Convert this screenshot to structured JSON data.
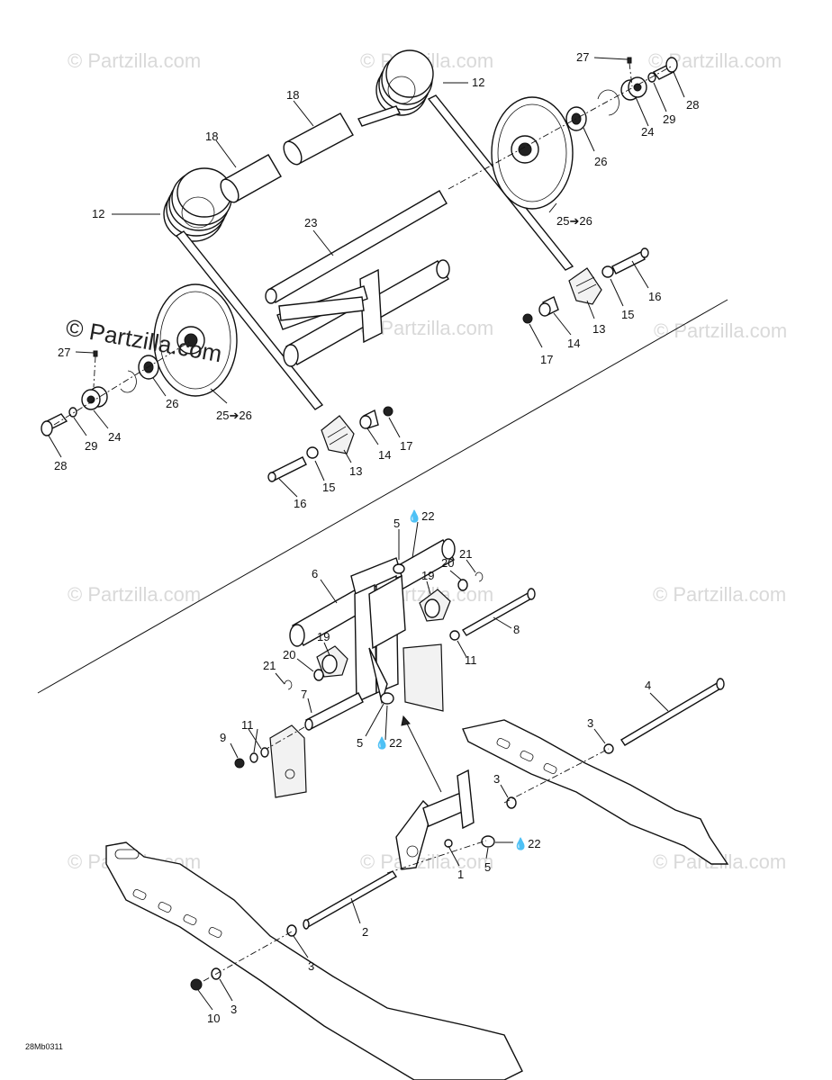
{
  "watermarks": [
    "© Partzilla.com",
    "© Partzilla.com",
    "© Partzilla.com",
    "© Partzilla.com",
    "© Partzilla.com",
    "© Partzilla.com",
    "© Partzilla.com",
    "© Partzilla.com",
    "© Partzilla.com",
    "© Partzilla.com",
    "© Partzilla.com"
  ],
  "watermark_main": "© Partzilla.com",
  "diagram_code": "28Mb0311",
  "callouts": [
    "27",
    "28",
    "29",
    "24",
    "12",
    "18",
    "18",
    "12",
    "26",
    "25➔26",
    "23",
    "16",
    "15",
    "13",
    "14",
    "17",
    "27",
    "26",
    "29",
    "24",
    "28",
    "25➔26",
    "14",
    "17",
    "13",
    "15",
    "16",
    "5",
    "💧22",
    "21",
    "20",
    "19",
    "6",
    "8",
    "11",
    "19",
    "20",
    "21",
    "7",
    "11",
    "9",
    "5",
    "💧22",
    "4",
    "3",
    "3",
    "💧22",
    "5",
    "1",
    "2",
    "3",
    "3",
    "10"
  ]
}
